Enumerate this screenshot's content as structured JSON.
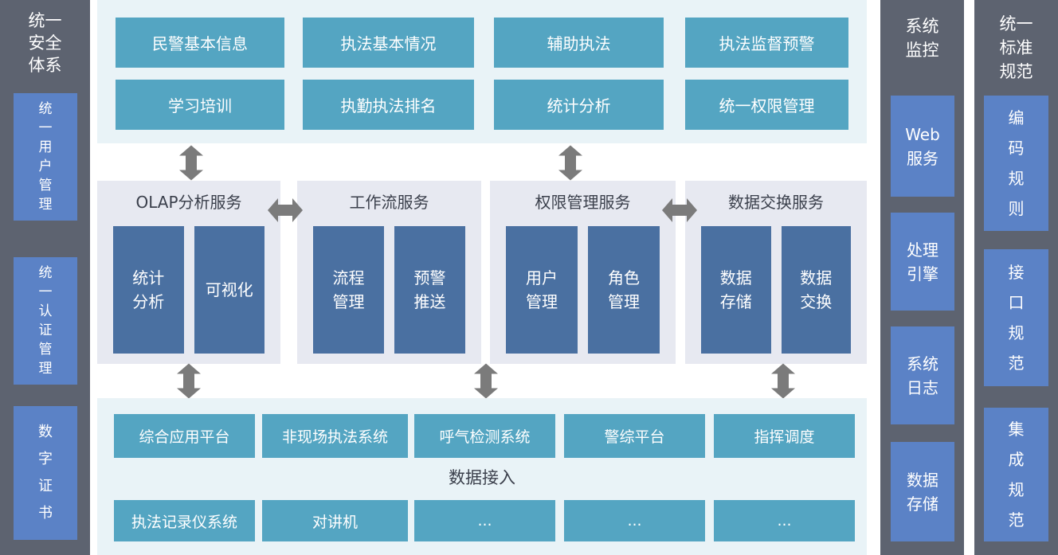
{
  "colors": {
    "sidebar_bg": "#5d6370",
    "accent_blue": "#5b82c6",
    "teal": "#54a5c2",
    "light_cyan": "#e9f3f7",
    "panel_bg": "#e7e9f1",
    "inner_blue": "#4a70a1",
    "arrow_gray": "#7b7b7b",
    "header_text": "#3b404c"
  },
  "left_sidebar": {
    "title": "统一\n安全\n体系",
    "items": [
      "统\n一\n用\n户\n管\n理",
      "统\n一\n认\n证\n管\n理",
      "数\n字\n证\n书"
    ]
  },
  "top_apps": {
    "row1": [
      "民警基本信息",
      "执法基本情况",
      "辅助执法",
      "执法监督预警"
    ],
    "row2": [
      "学习培训",
      "执勤执法排名",
      "统计分析",
      "统一权限管理"
    ]
  },
  "services": [
    {
      "title": "OLAP分析服务",
      "children": [
        "统计\n分析",
        "可视化"
      ]
    },
    {
      "title": "工作流服务",
      "children": [
        "流程\n管理",
        "预警\n推送"
      ]
    },
    {
      "title": "权限管理服务",
      "children": [
        "用户\n管理",
        "角色\n管理"
      ]
    },
    {
      "title": "数据交换服务",
      "children": [
        "数据\n存储",
        "数据\n交换"
      ]
    }
  ],
  "data_access": {
    "label": "数据接入",
    "row1": [
      "综合应用平台",
      "非现场执法系统",
      "呼气检测系统",
      "警综平台",
      "指挥调度"
    ],
    "row2": [
      "执法记录仪系统",
      "对讲机",
      "...",
      "...",
      "..."
    ]
  },
  "monitor_column": {
    "title": "系统\n监控",
    "items": [
      "Web\n服务",
      "处理\n引擎",
      "系统\n日志",
      "数据\n存储"
    ]
  },
  "standard_column": {
    "title": "统一\n标准\n规范",
    "items": [
      "编\n码\n规\n则",
      "接\n口\n规\n范",
      "集\n成\n规\n范"
    ]
  }
}
